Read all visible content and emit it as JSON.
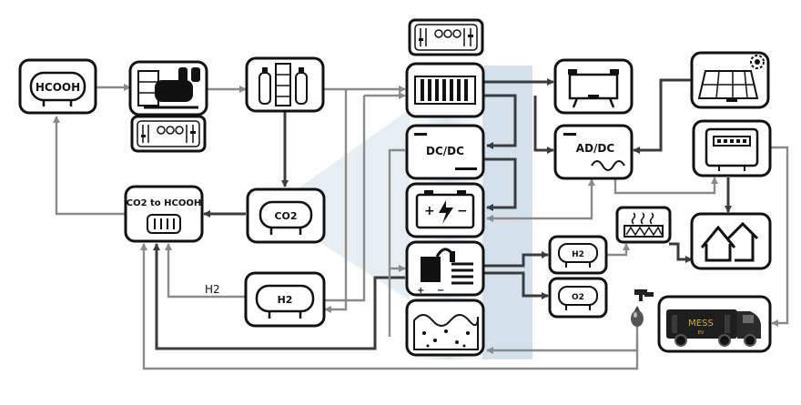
{
  "labels": {
    "hcooh": "HCOOH",
    "co2": "CO2",
    "co2_to_hcooh": "CO2 to HCOOH",
    "h2_tank": "H2",
    "h2_line": "H2",
    "dcdc": "DC/DC",
    "acdc": "AD/DC",
    "h2_small": "H2",
    "o2_small": "O2",
    "truck_brand": "MESS",
    "truck_sub": "EV",
    "battery_plus": "+",
    "battery_minus": "−",
    "electrolyzer_plus": "+",
    "electrolyzer_minus": "−"
  },
  "icons": {
    "control_panel": "control-panel-icon",
    "compressor": "compressor-icon",
    "gas_cylinders": "gas-cylinders-icon",
    "fuel_cell_stack": "fuel-cell-stack-icon",
    "battery": "battery-icon",
    "electrolyzer": "electrolyzer-icon",
    "water_tank": "water-tank-icon",
    "reformer": "reformer-icon",
    "solar_panel": "solar-panel-icon",
    "meter": "meter-icon",
    "heater": "heater-icon",
    "houses": "houses-icon",
    "water_tap": "water-tap-icon",
    "truck": "truck-icon"
  },
  "colors": {
    "outline": "#111111",
    "flow_dark": "#3b3b3b",
    "flow_grey": "#8a8a8a",
    "highlight": "#c8d8e4",
    "truck_body": "#1e1e1e",
    "truck_text": "#d4b14a"
  }
}
